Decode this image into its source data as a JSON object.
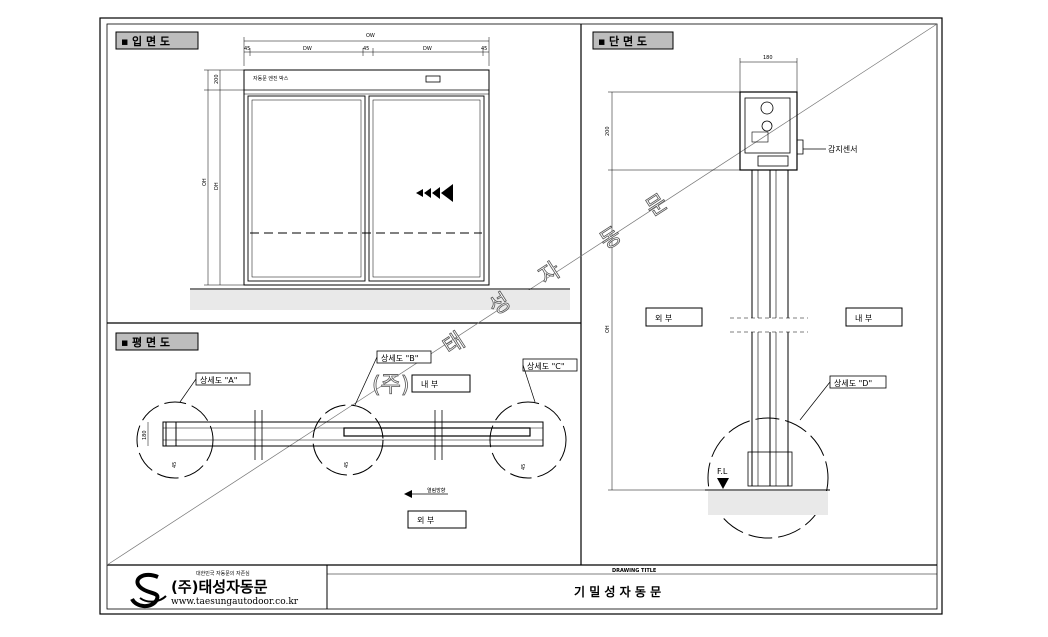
{
  "sections": {
    "elevation": "입 면 도",
    "section": "단 면 도",
    "plan": "평 면 도"
  },
  "elevation": {
    "dims_top": {
      "total": "OW",
      "d45a": "45",
      "dw1": "DW",
      "d45b": "45",
      "dw2": "DW",
      "d45c": "45"
    },
    "dim_200": "200",
    "dim_oh": "OH",
    "dim_dh": "DH",
    "header_label": "자동문 엔진 박스"
  },
  "section_view": {
    "dim_180": "180",
    "dim_200": "200",
    "dim_oh": "OH",
    "sensor_label": "감지센서",
    "outside": "외    부",
    "inside": "내    부",
    "detail_d": "상세도 \"D\"",
    "fl": "F.L"
  },
  "plan": {
    "detail_a": "상세도 \"A\"",
    "detail_b": "상세도 \"B\"",
    "detail_c": "상세도 \"C\"",
    "inside": "내    부",
    "outside": "외    부",
    "open_dir": "열림방향",
    "dim_180": "180",
    "dim_45": "45"
  },
  "watermark": [
    "(주)",
    "태",
    "성",
    "자",
    "동",
    "문"
  ],
  "footer": {
    "company_small": "대한민국 자동문의 자존심",
    "company_name": "(주)태성자동문",
    "company_url": "www.taesungautodoor.co.kr",
    "drawing_title_label": "DRAWING TITLE",
    "drawing_title": "기 밀 성 자 동 문"
  }
}
